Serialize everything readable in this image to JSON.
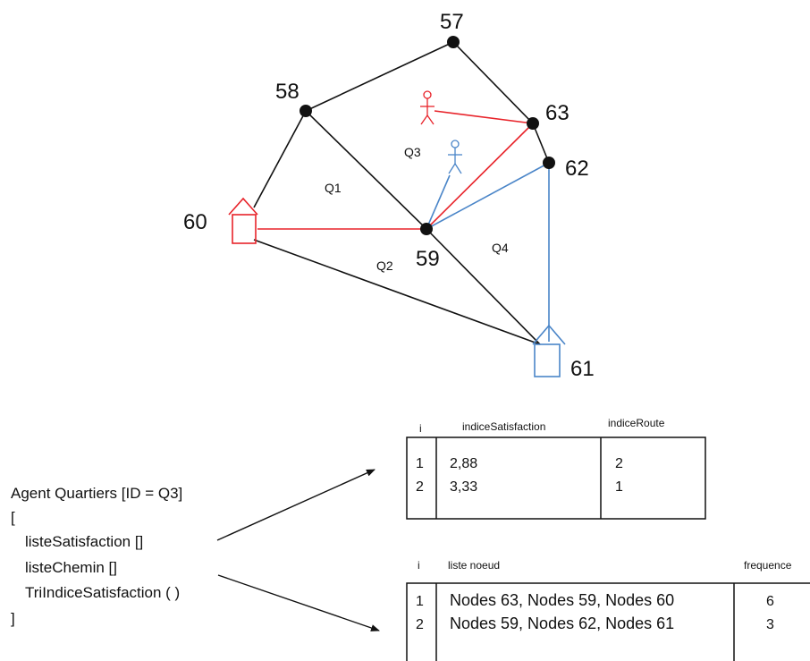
{
  "graph": {
    "nodes": [
      "57",
      "58",
      "63",
      "62",
      "60",
      "59",
      "61"
    ],
    "zones": [
      "Q1",
      "Q2",
      "Q3",
      "Q4"
    ]
  },
  "colors": {
    "red": "#e8232a",
    "blue": "#4a85c8",
    "black": "#111111"
  },
  "table_satisfaction": {
    "headers": {
      "i": "i",
      "indice": "indiceSatisfaction",
      "route": "indiceRoute"
    },
    "rows": [
      {
        "i": "1",
        "indice": "2,88",
        "route": "2"
      },
      {
        "i": "2",
        "indice": "3,33",
        "route": "1"
      }
    ]
  },
  "table_chemin": {
    "headers": {
      "i": "i",
      "liste": "liste noeud",
      "freq": "frequence"
    },
    "rows": [
      {
        "i": "1",
        "liste": "Nodes 63, Nodes 59, Nodes 60",
        "freq": "6",
        "color": "#e8232a"
      },
      {
        "i": "2",
        "liste": "Nodes 59, Nodes 62, Nodes 61",
        "freq": "3",
        "color": "#4a85c8"
      }
    ]
  },
  "agent": {
    "title": "Agent Quartiers [ID = Q3]",
    "open": "[",
    "fields": [
      "listeSatisfaction []",
      "listeChemin []",
      "TriIndiceSatisfaction ( )"
    ],
    "close": "]"
  }
}
